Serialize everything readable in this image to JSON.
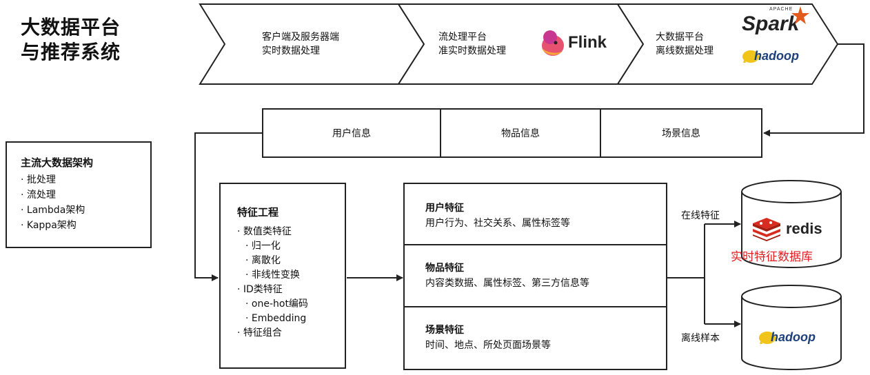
{
  "title": {
    "line1": "大数据平台",
    "line2": "与推荐系统"
  },
  "architectures": {
    "heading": "主流大数据架构",
    "items": [
      "· 批处理",
      "· 流处理",
      "· Lambda架构",
      "· Kappa架构"
    ]
  },
  "pipeline": {
    "stage1": {
      "line1": "客户端及服务器端",
      "line2": "实时数据处理"
    },
    "stage2": {
      "line1": "流处理平台",
      "line2": "准实时数据处理",
      "logo": "Flink"
    },
    "stage3": {
      "line1": "大数据平台",
      "line2": "离线数据处理",
      "logo1": "Spark",
      "logo1_sup": "APACHE",
      "logo2": "hadoop"
    }
  },
  "info": {
    "user": "用户信息",
    "item": "物品信息",
    "scene": "场景信息"
  },
  "feature_engineering": {
    "heading": "特征工程",
    "numeric": "· 数值类特征",
    "numeric_items": [
      "· 归一化",
      "· 离散化",
      "· 非线性变换"
    ],
    "id": "· ID类特征",
    "id_items": [
      "· one-hot编码",
      "· Embedding"
    ],
    "combo": "· 特征组合"
  },
  "features": {
    "user": {
      "title": "用户特征",
      "desc": "用户行为、社交关系、属性标签等"
    },
    "item": {
      "title": "物品特征",
      "desc": "内容类数据、属性标签、第三方信息等"
    },
    "scene": {
      "title": "场景特征",
      "desc": "时间、地点、所处页面场景等"
    }
  },
  "storage": {
    "online_label": "在线特征",
    "offline_label": "离线样本",
    "redis": "redis",
    "redis_caption": "实时特征数据库",
    "hadoop": "hadoop"
  },
  "colors": {
    "redis_red": "#d82c20",
    "caption_red": "#e02020",
    "flink_red": "#e6526f",
    "spark_orange": "#e25a1c",
    "hadoop_yellow": "#f0c419"
  }
}
